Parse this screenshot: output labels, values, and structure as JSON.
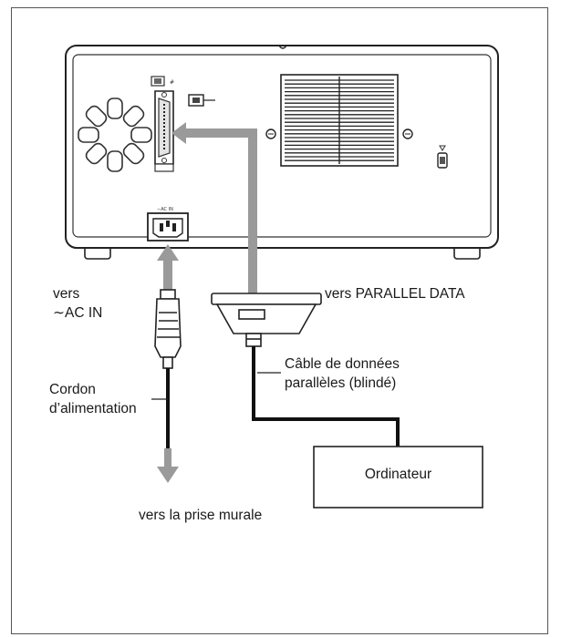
{
  "labels": {
    "ac_in": [
      "vers",
      "∼AC IN"
    ],
    "parallel_data": "vers PARALLEL DATA",
    "data_cable": [
      "Câble de données",
      "parallèles (blindé)"
    ],
    "power_cord": [
      "Cordon",
      "d’alimentation"
    ],
    "computer": "Ordinateur",
    "wall_outlet": "vers la prise murale",
    "panel_ac_in": "∼AC IN"
  }
}
